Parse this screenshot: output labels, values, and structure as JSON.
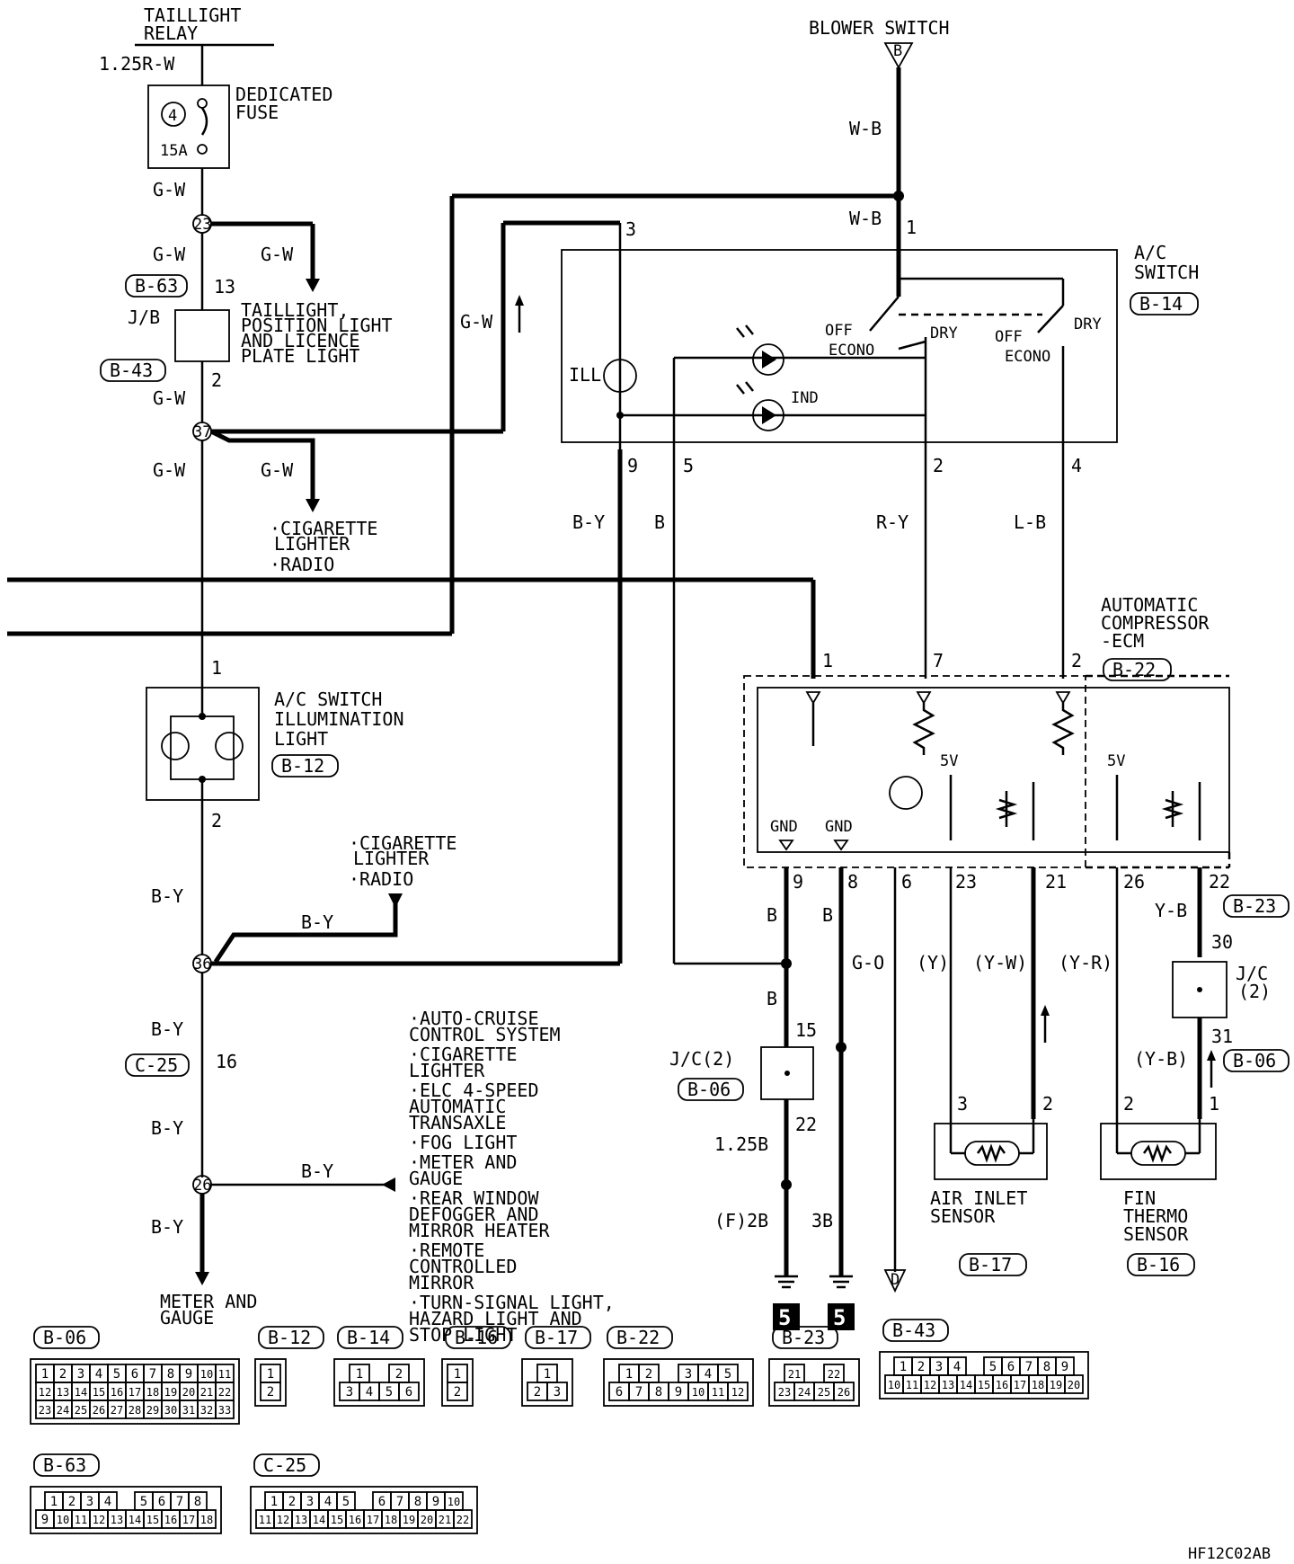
{
  "top": {
    "taillight_relay_l1": "TAILLIGHT",
    "taillight_relay_l2": "RELAY",
    "wire_125rw": "1.25R-W",
    "fuse_l1": "DEDICATED",
    "fuse_l2": "FUSE",
    "fuse_num": "4",
    "fuse_amp": "15A",
    "blower_switch": "BLOWER SWITCH",
    "blower_conn": "B"
  },
  "left": {
    "gw": "G-W",
    "by": "B-Y",
    "jb": "J/B",
    "pin23": "23",
    "pin37": "37",
    "pin36": "36",
    "pin26": "26",
    "pin13": "13",
    "pin2": "2",
    "pin1": "1",
    "pin16": "16",
    "b63": "B-63",
    "b43": "B-43",
    "b12": "B-12",
    "c25": "C-25",
    "taillight_l1": "TAILLIGHT,",
    "taillight_l2": "POSITION LIGHT",
    "taillight_l3": "AND LICENCE",
    "taillight_l4": "PLATE LIGHT",
    "cig1_l1": "·CIGARETTE",
    "cig1_l2": "LIGHTER",
    "cig1_l3": "·RADIO",
    "acill_l1": "A/C SWITCH",
    "acill_l2": "ILLUMINATION",
    "acill_l3": "LIGHT",
    "cig2_l1": "·CIGARETTE",
    "cig2_l2": "LIGHTER",
    "cig2_l3": "·RADIO",
    "meter_l1": "METER AND",
    "meter_l2": "GAUGE",
    "list": [
      "·AUTO-CRUISE",
      " CONTROL SYSTEM",
      "·CIGARETTE",
      " LIGHTER",
      "·ELC 4-SPEED",
      " AUTOMATIC",
      " TRANSAXLE",
      "·FOG LIGHT",
      "·METER AND",
      " GAUGE",
      "·REAR WINDOW",
      " DEFOGGER AND",
      " MIRROR HEATER",
      "·REMOTE",
      " CONTROLLED",
      " MIRROR",
      "·TURN-SIGNAL LIGHT,",
      " HAZARD LIGHT AND",
      " STOP LIGHT"
    ]
  },
  "acswitch": {
    "title_l1": "A/C",
    "title_l2": "SWITCH",
    "code": "B-14",
    "wb": "W-B",
    "ill": "ILL",
    "ind": "IND",
    "off": "OFF",
    "econo": "ECONO",
    "dry": "DRY",
    "p1": "1",
    "p3": "3",
    "p9": "9",
    "p5": "5",
    "p2": "2",
    "p4": "4",
    "w_by": "B-Y",
    "w_b": "B",
    "w_ry": "R-Y",
    "w_lb": "L-B"
  },
  "ecm": {
    "title_l1": "AUTOMATIC",
    "title_l2": "COMPRESSOR",
    "title_l3": "-ECM",
    "code": "B-22",
    "p1": "1",
    "p7": "7",
    "p2": "2",
    "gnd": "GND",
    "v5": "5V",
    "p9": "9",
    "p8": "8",
    "p6": "6",
    "p23": "23",
    "p21": "21",
    "p26": "26",
    "p22": "22"
  },
  "bottom": {
    "b": "B",
    "go": "G-O",
    "y": "(Y)",
    "yw": "(Y-W)",
    "yr": "(Y-R)",
    "yb": "Y-B",
    "yb2": "(Y-B)",
    "b23": "B-23",
    "b06": "B-06",
    "jc2": "J/C(2)",
    "jc_l1": "J/C",
    "jc_l2": "(2)",
    "p30": "30",
    "p31": "31",
    "p15": "15",
    "p22": "22",
    "w125b": "1.25B",
    "f2b": "(F)2B",
    "w3b": "3B",
    "gnd_num": "5",
    "sens_p3": "3",
    "sens_p2": "2",
    "sens_p2b": "2",
    "sens_p1": "1",
    "air_l1": "AIR INLET",
    "air_l2": "SENSOR",
    "air_code": "B-17",
    "fin_l1": "FIN",
    "fin_l2": "THERMO",
    "fin_l3": "SENSOR",
    "fin_code": "B-16",
    "conn_d": "D"
  },
  "connectors": {
    "b06": {
      "code": "B-06",
      "rows": [
        [
          "1",
          "2",
          "3",
          "4",
          "5",
          "6",
          "7",
          "8",
          "9",
          "10",
          "11"
        ],
        [
          "12",
          "13",
          "14",
          "15",
          "16",
          "17",
          "18",
          "19",
          "20",
          "21",
          "22"
        ],
        [
          "23",
          "24",
          "25",
          "26",
          "27",
          "28",
          "29",
          "30",
          "31",
          "32",
          "33"
        ]
      ]
    },
    "b12": {
      "code": "B-12",
      "rows": [
        [
          "1"
        ],
        [
          "2"
        ]
      ]
    },
    "b14": {
      "code": "B-14",
      "rows": [
        [
          "1",
          "",
          "2"
        ],
        [
          "3",
          "4",
          "5",
          "6"
        ]
      ]
    },
    "b16": {
      "code": "B-16",
      "rows": [
        [
          "1"
        ],
        [
          "2"
        ]
      ]
    },
    "b17": {
      "code": "B-17",
      "rows": [
        [
          "1"
        ],
        [
          "2",
          "3"
        ]
      ]
    },
    "b22": {
      "code": "B-22",
      "rows": [
        [
          "1",
          "2",
          "",
          "3",
          "4",
          "5"
        ],
        [
          "6",
          "7",
          "8",
          "9",
          "10",
          "11",
          "12"
        ]
      ]
    },
    "b23": {
      "code": "B-23",
      "rows": [
        [
          "21",
          "",
          "22"
        ],
        [
          "23",
          "24",
          "25",
          "26"
        ]
      ]
    },
    "b43": {
      "code": "B-43",
      "rows": [
        [
          "1",
          "2",
          "3",
          "4",
          "",
          "5",
          "6",
          "7",
          "8",
          "9"
        ],
        [
          "10",
          "11",
          "12",
          "13",
          "14",
          "15",
          "16",
          "17",
          "18",
          "19",
          "20"
        ]
      ]
    },
    "b63": {
      "code": "B-63",
      "rows": [
        [
          "1",
          "2",
          "3",
          "4",
          "",
          "5",
          "6",
          "7",
          "8"
        ],
        [
          "9",
          "10",
          "11",
          "12",
          "13",
          "14",
          "15",
          "16",
          "17",
          "18"
        ]
      ]
    },
    "c25": {
      "code": "C-25",
      "rows": [
        [
          "1",
          "2",
          "3",
          "4",
          "5",
          "",
          "6",
          "7",
          "8",
          "9",
          "10"
        ],
        [
          "11",
          "12",
          "13",
          "14",
          "15",
          "16",
          "17",
          "18",
          "19",
          "20",
          "21",
          "22"
        ]
      ]
    }
  },
  "diagram_code": "HF12C02AB"
}
